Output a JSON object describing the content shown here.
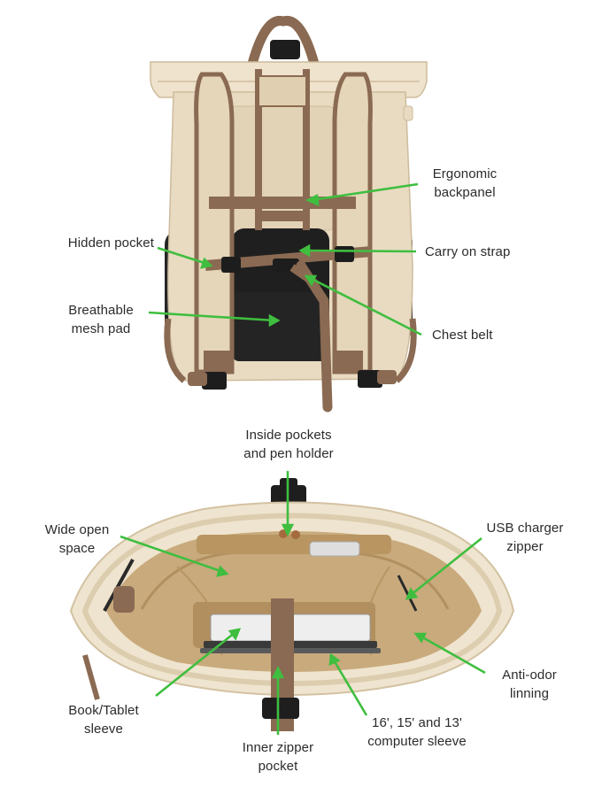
{
  "colors": {
    "arrow": "#3fbe3f",
    "canvas": "#e9dcc4",
    "strap": "#8a6a52",
    "mesh": "#1f1f1f",
    "lining": "#c7a87a"
  },
  "back_view": {
    "labels": {
      "ergonomic": [
        "Ergonomic",
        "backpanel"
      ],
      "hidden_pocket": [
        "Hidden pocket"
      ],
      "carry_on": [
        "Carry on strap"
      ],
      "breathable": [
        "Breathable",
        "mesh pad"
      ],
      "chest_belt": [
        "Chest belt"
      ]
    }
  },
  "inside_view": {
    "labels": {
      "inside_pockets": [
        "Inside pockets",
        "and pen holder"
      ],
      "wide_open": [
        "Wide open",
        "space"
      ],
      "usb": [
        "USB charger",
        "zipper"
      ],
      "anti_odor": [
        "Anti-odor",
        "linning"
      ],
      "book_tablet": [
        "Book/Tablet",
        "sleeve"
      ],
      "computer_sleeve": [
        "16', 15' and 13'",
        "computer sleeve"
      ],
      "inner_zipper": [
        "Inner zipper",
        "pocket"
      ]
    }
  }
}
